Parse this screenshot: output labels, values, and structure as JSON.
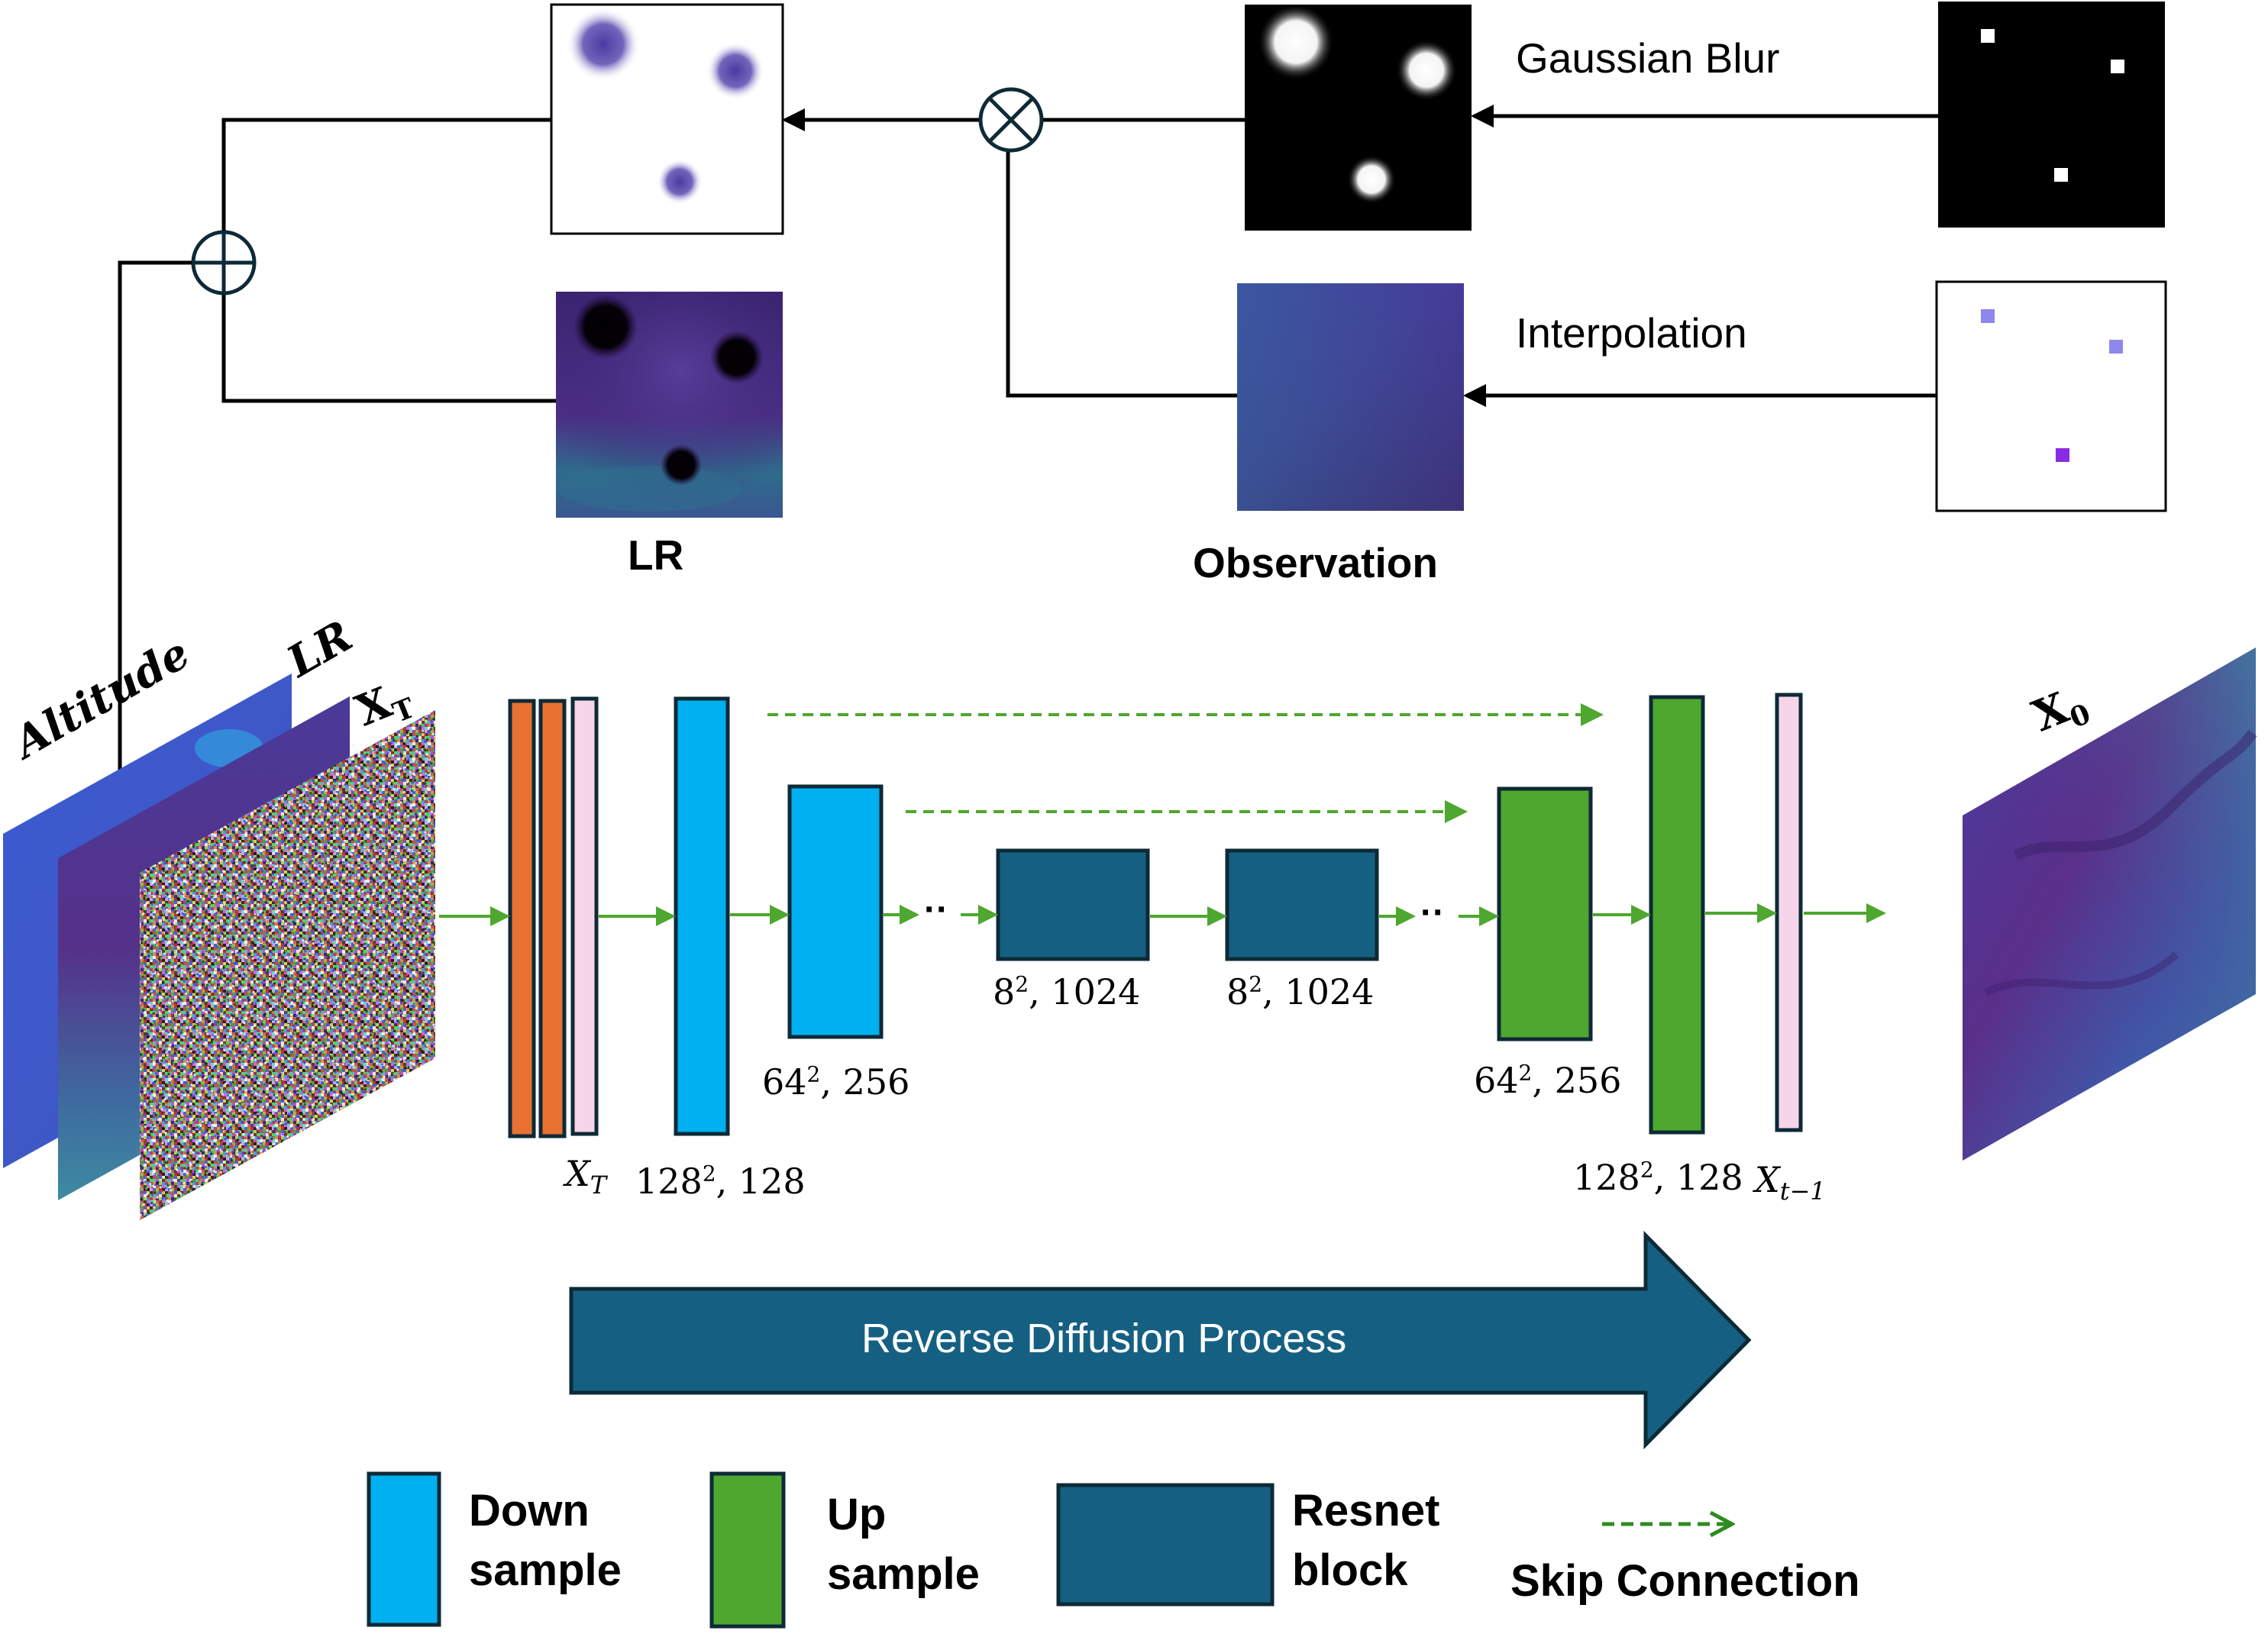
{
  "top": {
    "gaussian_label": "Gaussian Blur",
    "interpolation_label": "Interpolation",
    "lr_label": "LR",
    "observation_label": "Observation"
  },
  "inputs": {
    "altitude_label": "Altitude",
    "lr_label": "LR",
    "xt_main": "X",
    "xt_sub": "T"
  },
  "network": {
    "xt_main": "X",
    "xt_sub": "T",
    "dims": {
      "d128": {
        "base": "128",
        "exp": "2",
        "rest": ", 128"
      },
      "d64": {
        "base": "64",
        "exp": "2",
        "rest": ", 256"
      },
      "d8a": {
        "base": "8",
        "exp": "2",
        "rest": ", 1024"
      },
      "d8b": {
        "base": "8",
        "exp": "2",
        "rest": ", 1024"
      },
      "u64": {
        "base": "64",
        "exp": "2",
        "rest": ", 256"
      },
      "u128": {
        "base": "128",
        "exp": "2",
        "rest": ", 128"
      }
    },
    "xtm1_main": "X",
    "xtm1_sub": "t−1",
    "ellipsis": "··"
  },
  "output": {
    "x0_main": "X",
    "x0_sub": "0"
  },
  "process_label": "Reverse  Diffusion Process",
  "legend": {
    "down": [
      "Down",
      "sample"
    ],
    "up": [
      "Up",
      "sample"
    ],
    "resnet": [
      "Resnet",
      "block"
    ],
    "skip": "Skip Connection"
  },
  "colors": {
    "down": "#00b0f0",
    "up": "#4ea72e",
    "resnet": "#156082",
    "orange": "#e97132",
    "pink": "#f6d5ea",
    "arrow_green": "#4ea72e",
    "skip_green": "#2e8b1f"
  }
}
